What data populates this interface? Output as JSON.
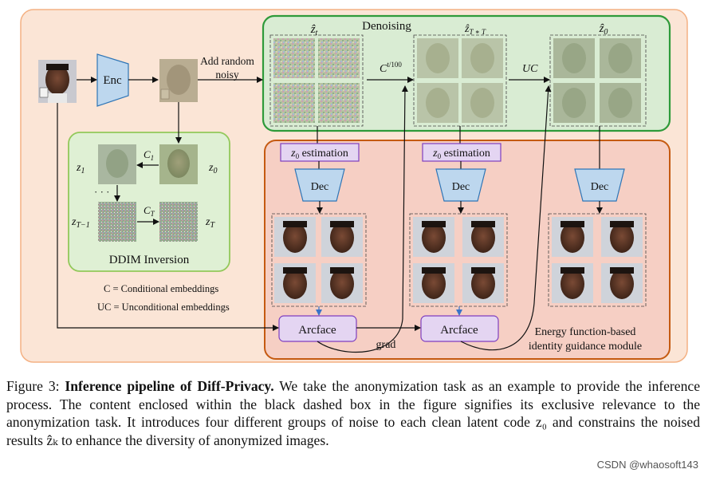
{
  "diagram": {
    "modules": {
      "denoising": "Denoising",
      "ddim_inversion": "DDIM Inversion",
      "energy_line1": "Energy function-based",
      "energy_line2": "identity guidance module"
    },
    "labels": {
      "enc": "Enc",
      "dec": "Dec",
      "add_noise_line1": "Add random",
      "add_noise_line2": "noisy",
      "arcface": "Arcface",
      "grad": "grad",
      "z0_est": "z",
      "z0_est_sub": "0",
      "z0_est_tail": " estimation",
      "c_t100": "C",
      "c_t100_sup": "t/100",
      "uc": "UC",
      "c1": "C",
      "c1_sub": "1",
      "ct": "C",
      "ct_sub": "T",
      "dots": "· · ·"
    },
    "latents": {
      "z1": "z",
      "z1_sub": "1",
      "z0": "z",
      "z0_sub": "0",
      "zT1": "z",
      "zT1_sub": "T−1",
      "zT": "z",
      "zT_sub": "T",
      "zhat_t": "ẑ",
      "zhat_t_sub": "t",
      "zhat_tT": "ẑ",
      "zhat_tT_sub": "T ∗ T",
      "zhat_0": "ẑ",
      "zhat_0_sub": "0"
    },
    "legend": {
      "c": "C = Conditional embeddings",
      "uc": "UC = Unconditional embeddings"
    }
  },
  "caption": {
    "prefix": "Figure 3: ",
    "title": "Inference pipeline of Diff-Privacy.",
    "body": " We take the anonymization task as an example to provide the inference process. The content enclosed within the black dashed box in the figure signifies its exclusive relevance to the anonymization task. It introduces four different groups of noise to each clean latent code z₀ and constrains the noised results ẑₖ to enhance the diversity of anonymized images."
  },
  "watermark": "CSDN @whaosoft143",
  "colors": {
    "outer_bg": "#fbe5d6",
    "outer_border": "#f4b183",
    "denoise_bg": "#d9ecd3",
    "denoise_border": "#2e9a3a",
    "energy_bg": "#f6cfc4",
    "energy_border": "#c55a11",
    "ddim_bg": "#dff0d4",
    "ddim_border": "#92c85a",
    "enc_fill": "#bdd7ee",
    "enc_border": "#2e75b6",
    "purple_fill": "#e4d5f2",
    "purple_border": "#7f3fbf"
  }
}
